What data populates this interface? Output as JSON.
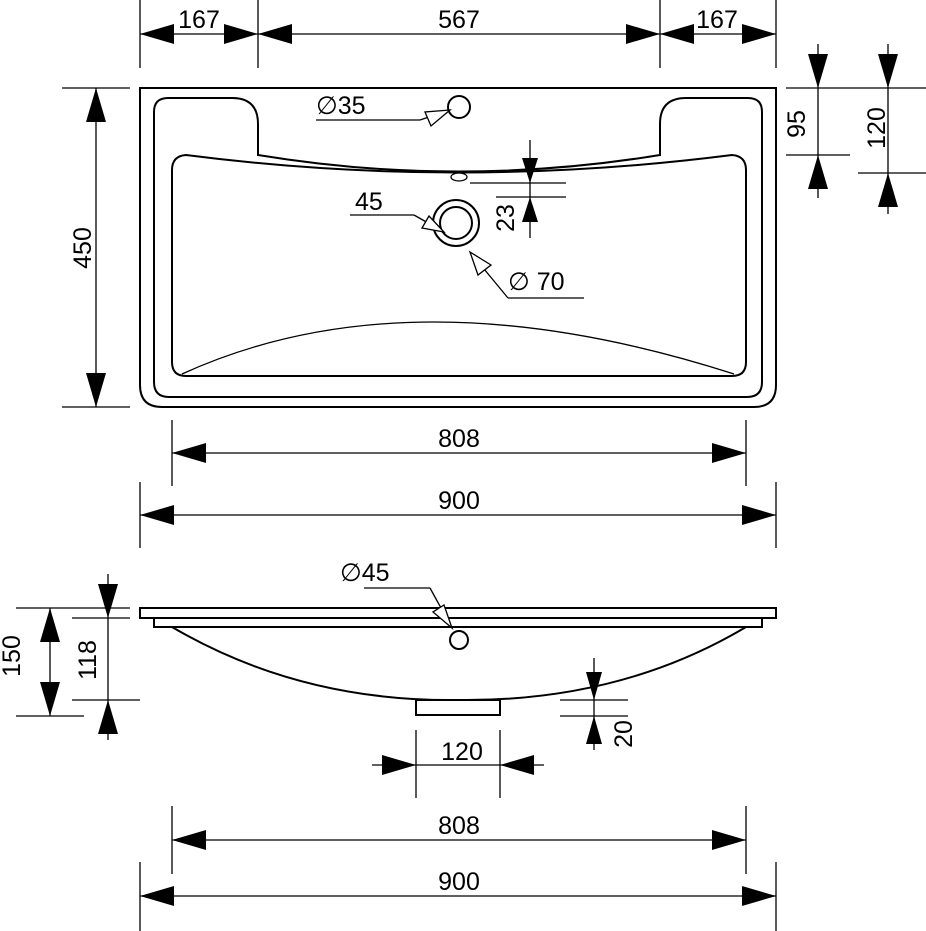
{
  "top_view": {
    "dim_side_left": "167",
    "dim_middle": "567",
    "dim_side_right": "167",
    "dim_depth": "450",
    "dim_ledge": "95",
    "dim_ledge_total": "120",
    "tap_hole": "∅35",
    "overflow": "23",
    "drain_inner": "45",
    "drain_outer": "∅ 70",
    "inner_width": "808",
    "overall_width": "900"
  },
  "front_view": {
    "overflow_hole": "∅45",
    "height_total": "150",
    "height_bowl": "118",
    "drain_height": "20",
    "drain_width": "120",
    "inner_width": "808",
    "overall_width": "900"
  }
}
